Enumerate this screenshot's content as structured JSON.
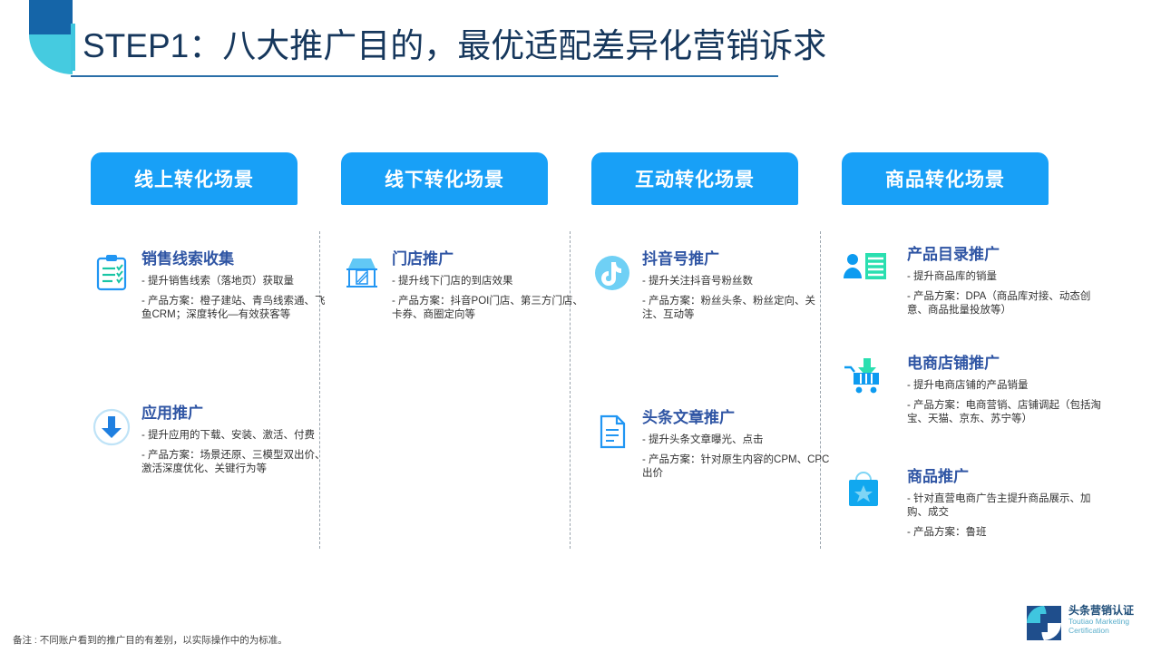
{
  "slide": {
    "title": "STEP1：八大推广目的，最优适配差异化营销诉求",
    "note": "备注 : 不同账户看到的推广目的有差别，以实际操作中的为标准。"
  },
  "colors": {
    "accent_blue": "#18a0f7",
    "title_navy": "#16375c",
    "title_cyan": "#3fc6df",
    "deco_dark": "#1565a8",
    "item_heading": "#2f55a4",
    "teal": "#19c6a6"
  },
  "columns": [
    {
      "header": "线上转化场景",
      "items": [
        {
          "icon": "clipboard-icon",
          "heading": "销售线索收集",
          "lines": [
            "- 提升销售线索（落地页）获取量",
            "- 产品方案：橙子建站、青鸟线索通、飞鱼CRM；深度转化—有效获客等"
          ]
        },
        {
          "icon": "download-arrow-icon",
          "heading": "应用推广",
          "lines": [
            "- 提升应用的下载、安装、激活、付费",
            "- 产品方案：场景还原、三模型双出价、激活深度优化、关键行为等"
          ]
        }
      ]
    },
    {
      "header": "线下转化场景",
      "items": [
        {
          "icon": "storefront-icon",
          "heading": "门店推广",
          "lines": [
            "- 提升线下门店的到店效果",
            "- 产品方案：抖音POI门店、第三方门店、卡券、商圈定向等"
          ]
        }
      ]
    },
    {
      "header": "互动转化场景",
      "items": [
        {
          "icon": "douyin-icon",
          "heading": "抖音号推广",
          "lines": [
            "- 提升关注抖音号粉丝数",
            "- 产品方案：粉丝头条、粉丝定向、关注、互动等"
          ]
        },
        {
          "icon": "document-icon",
          "heading": "头条文章推广",
          "lines": [
            "- 提升头条文章曝光、点击",
            "- 产品方案：针对原生内容的CPM、CPC出价"
          ]
        }
      ]
    },
    {
      "header": "商品转化场景",
      "items": [
        {
          "icon": "catalog-icon",
          "heading": "产品目录推广",
          "lines": [
            "- 提升商品库的销量",
            "- 产品方案：DPA（商品库对接、动态创意、商品批量投放等）"
          ]
        },
        {
          "icon": "shopping-cart-icon",
          "heading": "电商店铺推广",
          "lines": [
            "- 提升电商店铺的产品销量",
            "- 产品方案：电商营销、店铺调起（包括淘宝、天猫、京东、苏宁等）"
          ]
        },
        {
          "icon": "shopping-bag-icon",
          "heading": "商品推广",
          "lines": [
            "- 针对直营电商广告主提升商品展示、加购、成交",
            "- 产品方案：鲁班"
          ]
        }
      ]
    }
  ],
  "logo": {
    "cn": "头条营销认证",
    "en_line1": "Toutiao Marketing",
    "en_line2": "Certification"
  }
}
